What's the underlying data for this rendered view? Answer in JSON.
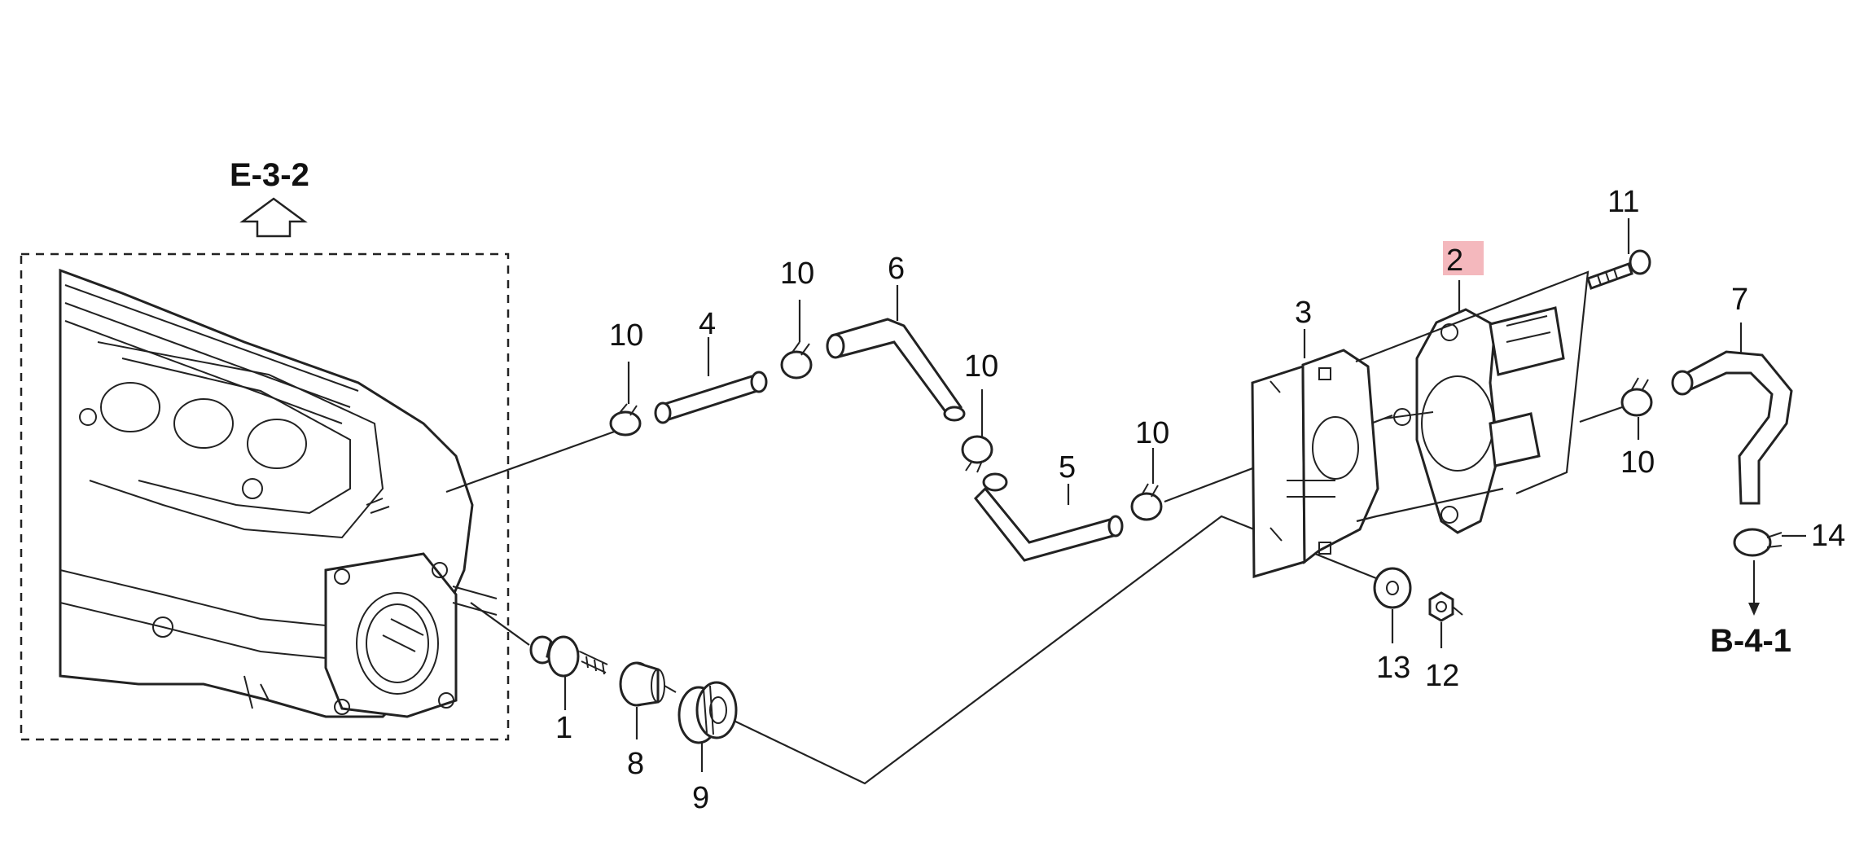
{
  "diagram": {
    "ref_top": "E-3-2",
    "ref_right": "B-4-1",
    "highlight_color": "#f4b8bd",
    "callouts": {
      "c1": "1",
      "c2": "2",
      "c3": "3",
      "c4": "4",
      "c5": "5",
      "c6": "6",
      "c7": "7",
      "c8": "8",
      "c9": "9",
      "c10a": "10",
      "c10b": "10",
      "c10c": "10",
      "c10d": "10",
      "c10e": "10",
      "c11": "11",
      "c12": "12",
      "c13": "13",
      "c14": "14"
    }
  }
}
